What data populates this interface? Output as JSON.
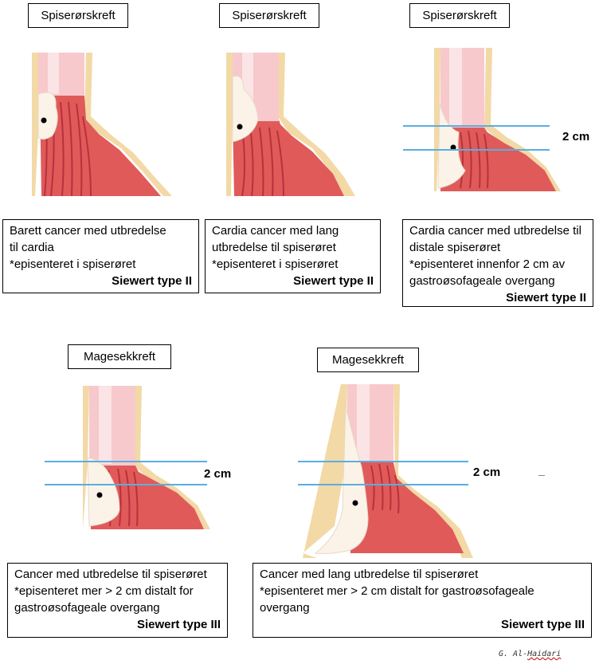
{
  "panels": [
    {
      "tag": "Spiserørskreft",
      "lines": [
        "Barett cancer med utbredelse",
        "til cardia",
        "*episenteret i spiserøret"
      ],
      "type": "Siewert type II"
    },
    {
      "tag": "Spiserørskreft",
      "lines": [
        "Cardia cancer med lang",
        "utbredelse til spiserøret",
        "*episenteret i spiserøret"
      ],
      "type": "Siewert type II"
    },
    {
      "tag": "Spiserørskreft",
      "lines": [
        "Cardia cancer med utbredelse til",
        "distale spiserøret",
        "*episenteret innenfor 2 cm av",
        "gastroøsofageale overgang"
      ],
      "type": "Siewert type II",
      "measure": "2 cm"
    },
    {
      "tag": "Magesekkreft",
      "lines": [
        "Cancer med utbredelse til spiserøret",
        "*episenteret mer > 2 cm distalt for",
        "gastroøsofageale overgang"
      ],
      "type": "Siewert type III",
      "measure": "2 cm"
    },
    {
      "tag": "Magesekkreft",
      "lines": [
        "Cancer med lang utbredelse til spiserøret",
        "*episenteret mer > 2 cm distalt for gastroøsofageale",
        "overgang"
      ],
      "type": "Siewert type III",
      "measure": "2 cm"
    }
  ],
  "signature": {
    "prefix": "G. Al-",
    "underlined": "Haidari"
  },
  "colors": {
    "stomach": "#e05a5a",
    "wall": "#f2d9a6",
    "esophagus": "#f7c9cc",
    "tumor": "#fbf3e8",
    "fold": "#b8313b",
    "line": "#5aaee0"
  }
}
